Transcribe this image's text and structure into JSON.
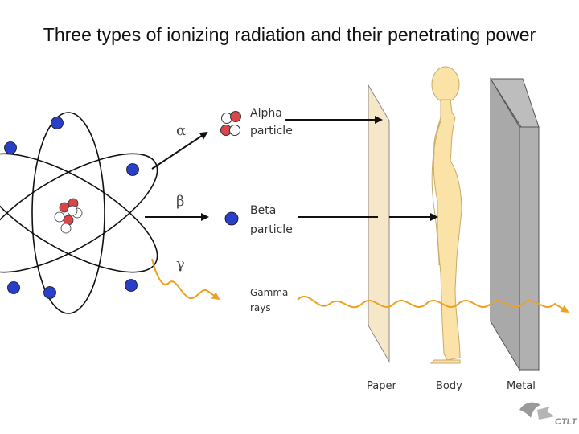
{
  "title": "Three types of ionizing radiation and their penetrating power",
  "radiation": {
    "alpha": {
      "symbol": "α",
      "label_line1": "Alpha",
      "label_line2": "particle"
    },
    "beta": {
      "symbol": "β",
      "label_line1": "Beta",
      "label_line2": "particle"
    },
    "gamma": {
      "symbol": "γ",
      "label_line1": "Gamma",
      "label_line2": "rays"
    }
  },
  "barriers": {
    "paper": "Paper",
    "body": "Body",
    "metal": "Metal"
  },
  "logo": {
    "text": "CTLT"
  },
  "colors": {
    "electron": "#2a3fc8",
    "proton": "#d9464a",
    "neutron": "#ffffff",
    "gamma_wave": "#f0a020",
    "paper": "#f6e7c8",
    "body": "#fbe3a8",
    "metal": "#a9a9a9"
  }
}
